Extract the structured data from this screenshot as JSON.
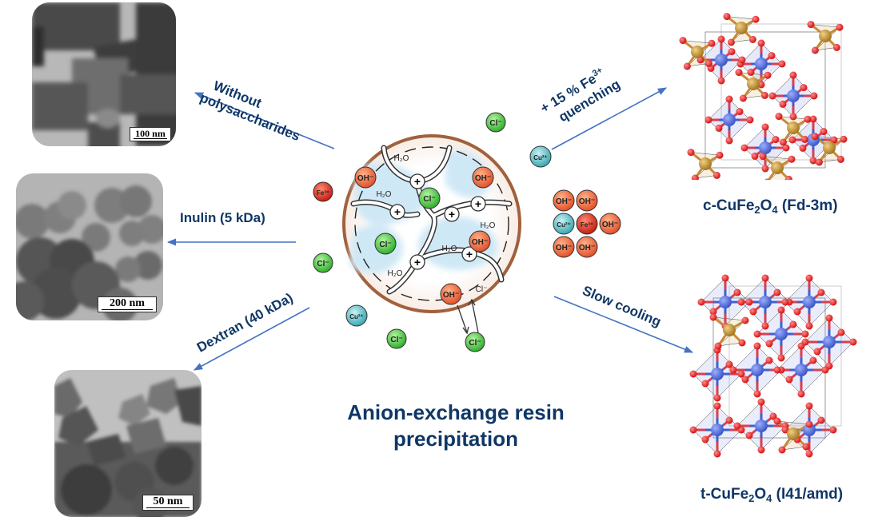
{
  "title": {
    "line1": "Anion-exchange resin",
    "line2": "precipitation"
  },
  "tem_images": [
    {
      "name": "without-polysaccharides",
      "scale_label": "100 nm"
    },
    {
      "name": "inulin",
      "scale_label": "200 nm"
    },
    {
      "name": "dextran",
      "scale_label": "50 nm"
    }
  ],
  "arrows_left": [
    {
      "line1": "Without",
      "line2": "polysaccharides"
    },
    {
      "label": "Inulin (5 kDa)"
    },
    {
      "label": "Dextran (40 kDa)"
    }
  ],
  "arrows_right": {
    "quench": {
      "line1_prefix": "+ 15 % Fe",
      "line1_sup": "3+",
      "line2": "quenching"
    },
    "slow": {
      "label": "Slow cooling"
    }
  },
  "structures": {
    "cubic": {
      "prefix": "c-CuFe",
      "sub1": "2",
      "mid": "O",
      "sub2": "4",
      "suffix": " (Fd-3m)"
    },
    "tetragonal": {
      "prefix": "t-CuFe",
      "sub1": "2",
      "mid": "O",
      "sub2": "4",
      "suffix": " (I41/amd)"
    }
  },
  "resin": {
    "water_label": "H₂O",
    "ions": {
      "oh": "OH⁻",
      "cl": "Cl⁻",
      "cu": "Cu²⁺",
      "fe": "Fe³⁺"
    },
    "plus": "+"
  },
  "colors": {
    "label_blue": "#0f3766",
    "arrow_blue": "#4472c4",
    "oh_red": "#e8643a",
    "cl_green": "#3fc23a",
    "cu_teal": "#5bc0c8",
    "fe_red": "#d8301c",
    "resin_rim": "#a0613c",
    "resin_fill": "#cfe8f5"
  }
}
